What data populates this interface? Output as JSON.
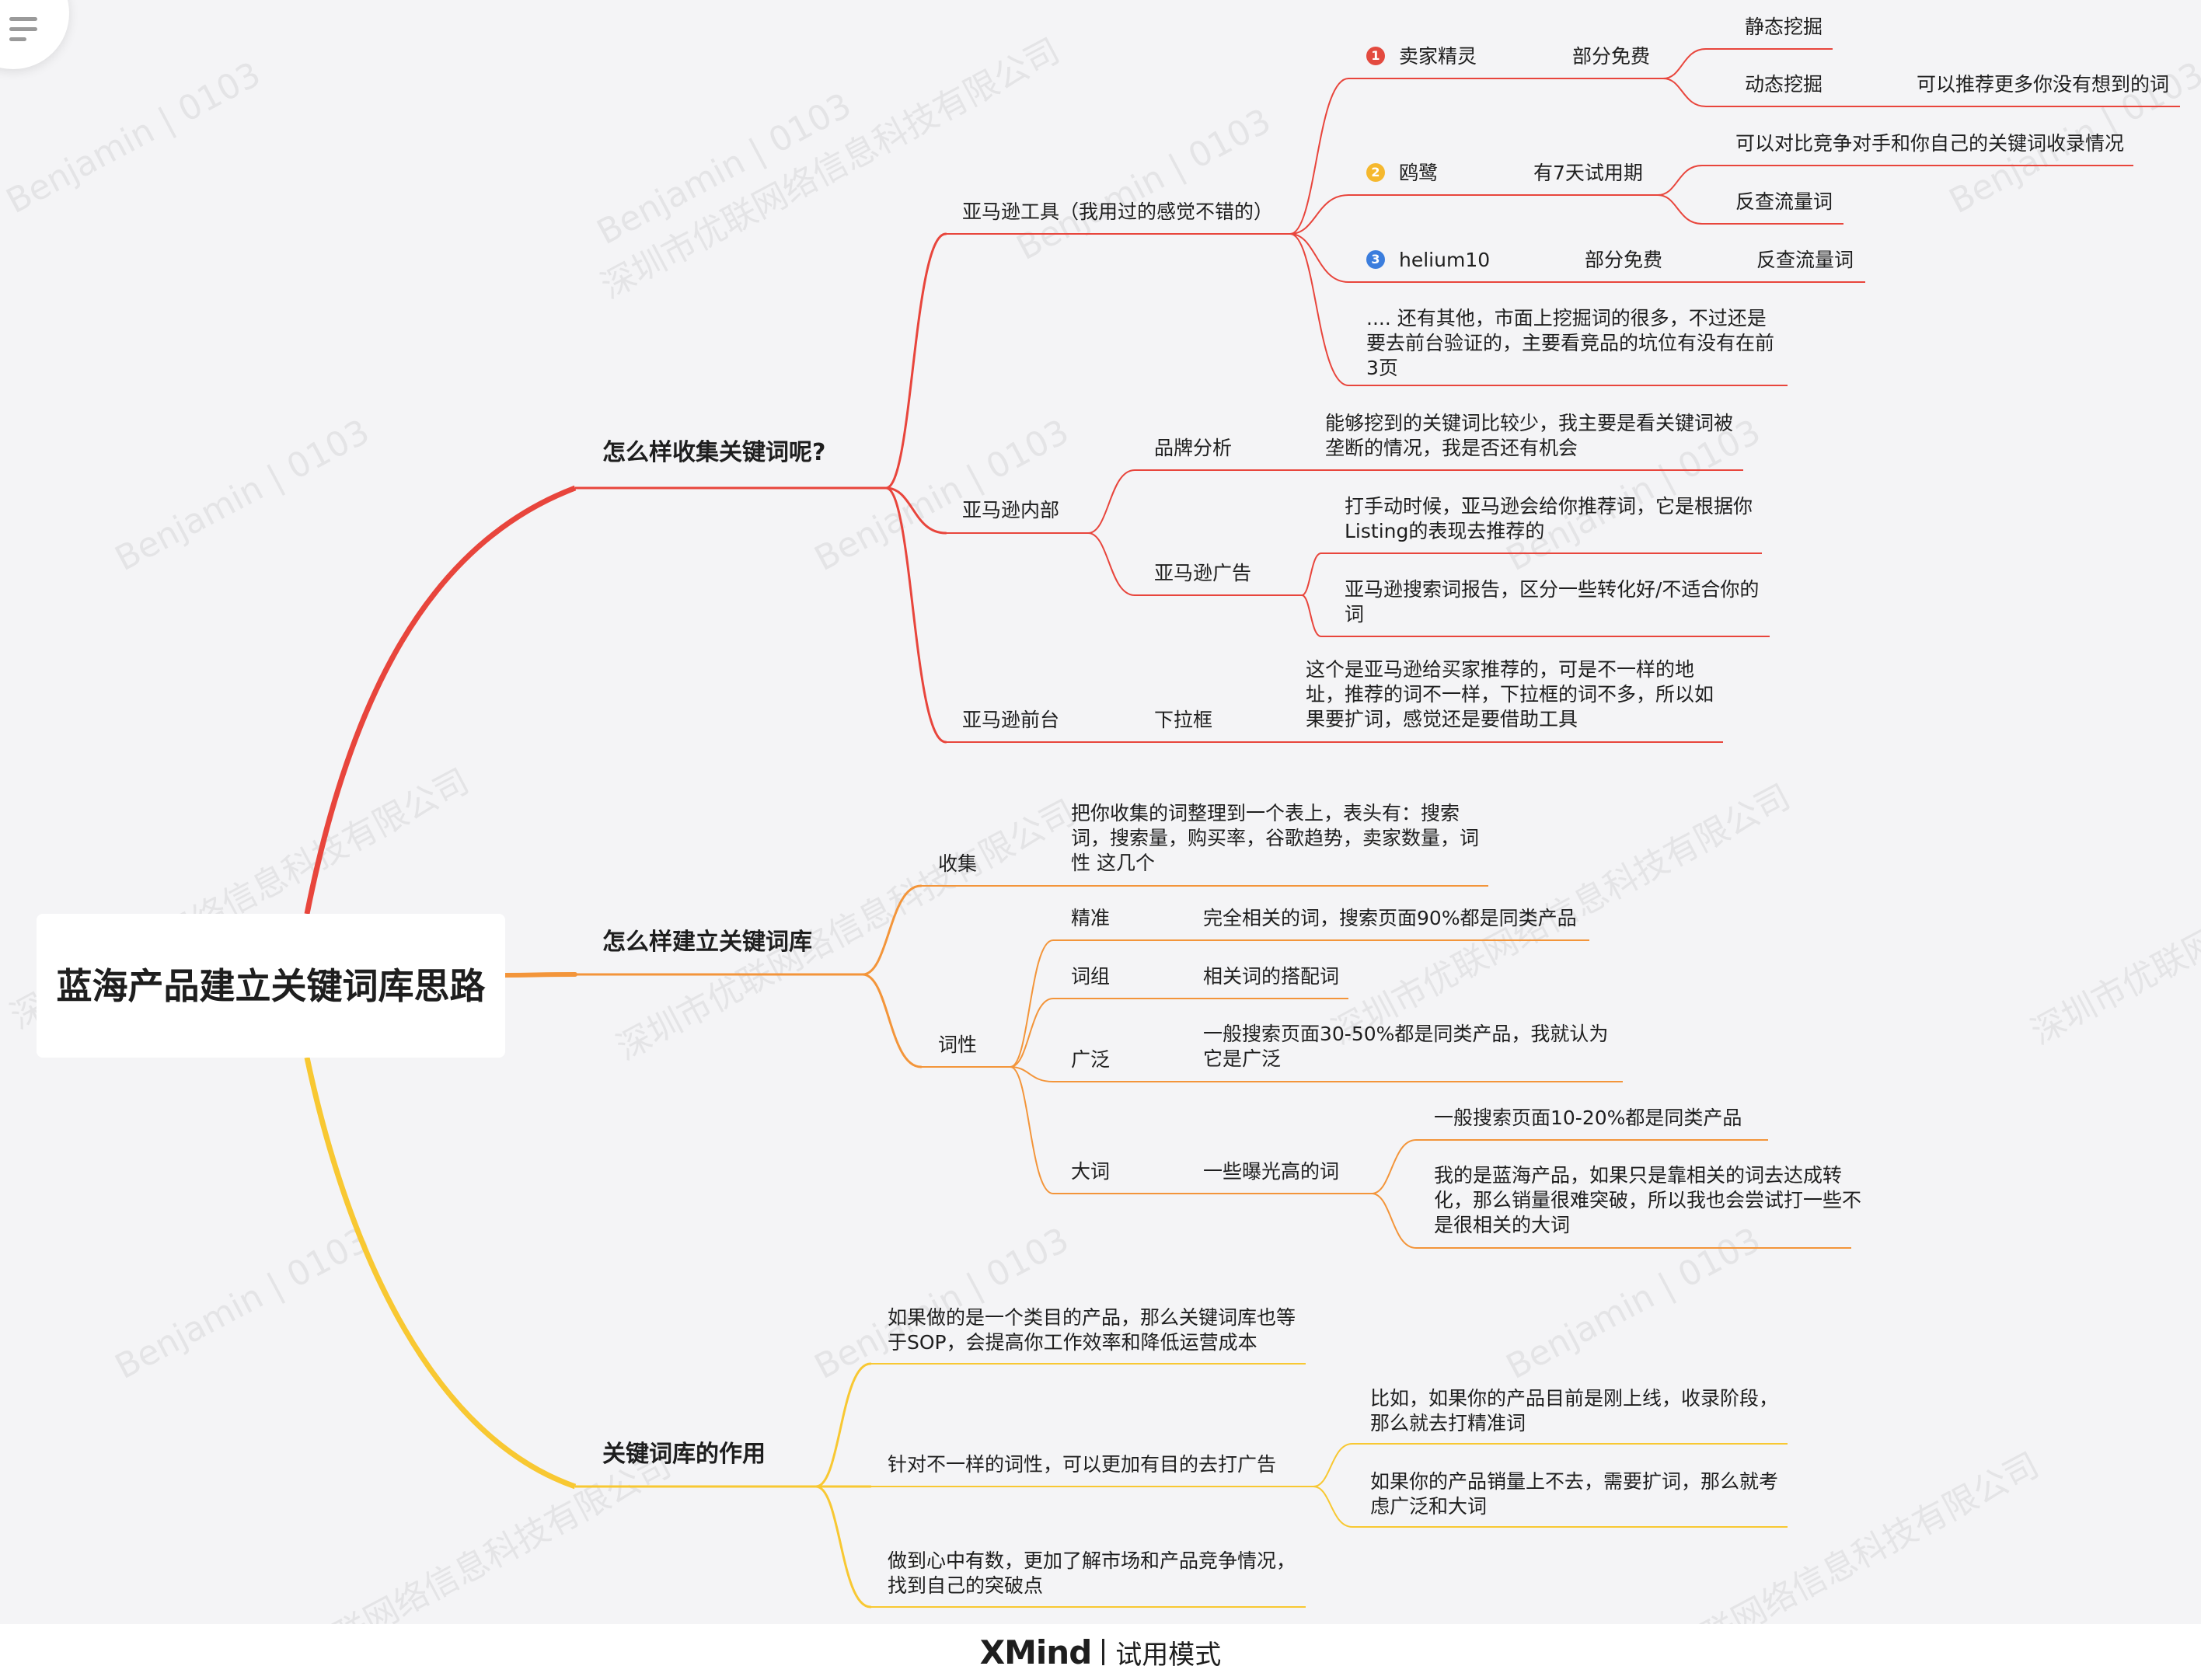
{
  "root": "蓝海产品建立关键词库思路",
  "colors": {
    "red": "#e8453c",
    "orange": "#f3953a",
    "yellow": "#f8c832",
    "badge1": "#e34a3f",
    "badge2": "#f5b82e",
    "badge3": "#3b7ddd"
  },
  "watermarks": [
    "深圳市优联网络信息科技有限公司",
    "Benjamin | 0103",
    "XMind 试用模式"
  ],
  "branch1": {
    "title": "怎么样收集关键词呢?",
    "amazon_tools": {
      "label": "亚马逊工具（我用过的感觉不错的）",
      "t1": {
        "badge": "1",
        "name": "卖家精灵",
        "note": "部分免费",
        "sub1": "静态挖掘",
        "sub2": "动态挖掘",
        "sub2_note": "可以推荐更多你没有想到的词"
      },
      "t2": {
        "badge": "2",
        "name": "鸥鹭",
        "note": "有7天试用期",
        "sub1": "可以对比竞争对手和你自己的关键词收录情况",
        "sub2": "反查流量词"
      },
      "t3": {
        "badge": "3",
        "name": "helium10",
        "note": "部分免费",
        "sub1": "反查流量词"
      },
      "other": ".... 还有其他，市面上挖掘词的很多，不过还是要去前台验证的，主要看竞品的坑位有没有在前3页"
    },
    "amazon_internal": {
      "label": "亚马逊内部",
      "brand": {
        "label": "品牌分析",
        "note": "能够挖到的关键词比较少，我主要是看关键词被垄断的情况，我是否还有机会"
      },
      "ads": {
        "label": "亚马逊广告",
        "note1": "打手动时候，亚马逊会给你推荐词，它是根据你Listing的表现去推荐的",
        "note2": "亚马逊搜索词报告，区分一些转化好/不适合你的词"
      }
    },
    "amazon_front": {
      "label": "亚马逊前台",
      "sub": "下拉框",
      "note": "这个是亚马逊给买家推荐的，可是不一样的地址，推荐的词不一样，下拉框的词不多，所以如果要扩词，感觉还是要借助工具"
    }
  },
  "branch2": {
    "title": "怎么样建立关键词库",
    "collect": {
      "label": "收集",
      "note": "把你收集的词整理到一个表上，表头有：搜索词，搜索量，购买率，谷歌趋势，卖家数量，词性 这几个"
    },
    "pos": {
      "label": "词性",
      "exact": {
        "label": "精准",
        "note": "完全相关的词，搜索页面90%都是同类产品"
      },
      "phrase": {
        "label": "词组",
        "note": "相关词的搭配词"
      },
      "broad": {
        "label": "广泛",
        "note": "一般搜索页面30-50%都是同类产品，我就认为它是广泛"
      },
      "big": {
        "label": "大词",
        "note": "一些曝光高的词",
        "sub1": "一般搜索页面10-20%都是同类产品",
        "sub2": "我的是蓝海产品，如果只是靠相关的词去达成转化，那么销量很难突破，所以我也会尝试打一些不是很相关的大词"
      }
    }
  },
  "branch3": {
    "title": "关键词库的作用",
    "item1": "如果做的是一个类目的产品，那么关键词库也等于SOP，会提高你工作效率和降低运营成本",
    "item2": {
      "label": "针对不一样的词性，可以更加有目的去打广告",
      "sub1": "比如，如果你的产品目前是刚上线，收录阶段，那么就去打精准词",
      "sub2": "如果你的产品销量上不去，需要扩词，那么就考虑广泛和大词"
    },
    "item3": "做到心中有数，更加了解市场和产品竞争情况，找到自己的突破点"
  },
  "footer": {
    "brand": "XMind",
    "mode": "试用模式"
  }
}
